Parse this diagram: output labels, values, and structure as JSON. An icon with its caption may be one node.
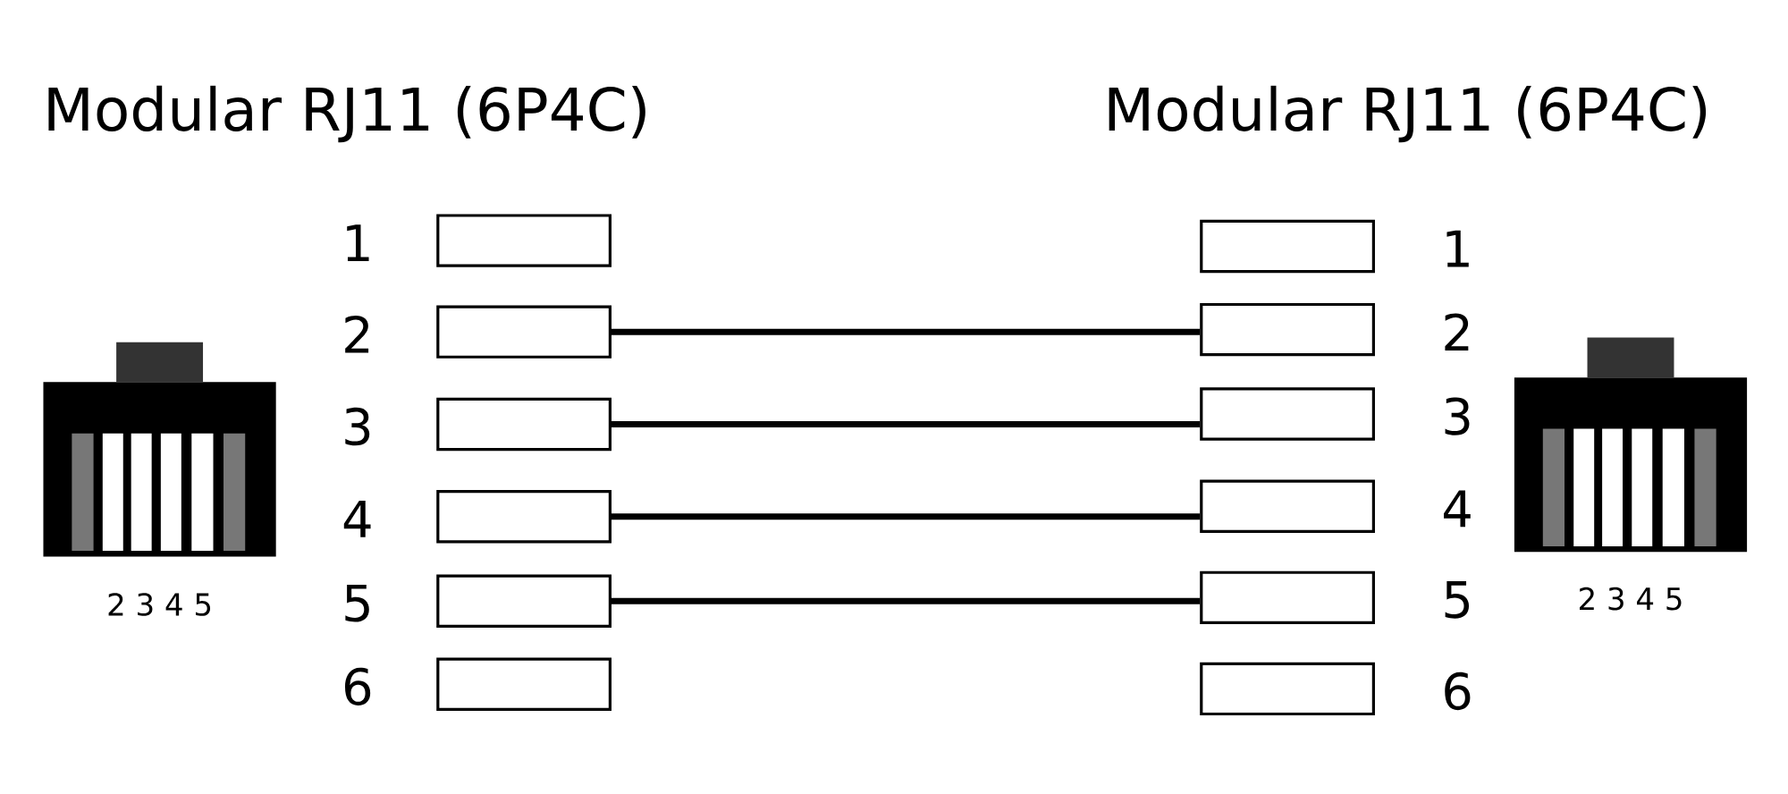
{
  "diagram": {
    "nodes": [
      {
        "text": [],
        "shape": "box",
        "beside": [
          "1"
        ]
      },
      {
        "text": [],
        "shape": "box",
        "beside": [
          "2"
        ]
      },
      {
        "text": [],
        "shape": "box",
        "beside": [
          "3"
        ]
      },
      {
        "text": [],
        "shape": "box",
        "beside": [
          "4"
        ]
      },
      {
        "text": [],
        "shape": "box",
        "beside": [
          "5"
        ]
      },
      {
        "text": [],
        "shape": "box",
        "beside": [
          "6"
        ]
      },
      {
        "text": [],
        "shape": "box",
        "beside": [
          "1"
        ]
      },
      {
        "text": [],
        "shape": "box",
        "beside": [
          "2"
        ]
      },
      {
        "text": [],
        "shape": "box",
        "beside": [
          "3"
        ]
      },
      {
        "text": [],
        "shape": "box",
        "beside": [
          "4"
        ]
      },
      {
        "text": [],
        "shape": "box",
        "beside": [
          "5"
        ]
      },
      {
        "text": [],
        "shape": "box",
        "beside": [
          "6"
        ]
      }
    ],
    "edges": [
      {
        "from": 1,
        "to": 7,
        "arrow": "none"
      },
      {
        "from": 2,
        "to": 8,
        "arrow": "none"
      },
      {
        "from": 3,
        "to": 9,
        "arrow": "none"
      },
      {
        "from": 4,
        "to": 10,
        "arrow": "none"
      }
    ],
    "labels": [
      "Modular RJ11 (6P4C)",
      "Modular RJ11 (6P4C)",
      "2 3 4 5",
      "2 3 4 5"
    ]
  }
}
